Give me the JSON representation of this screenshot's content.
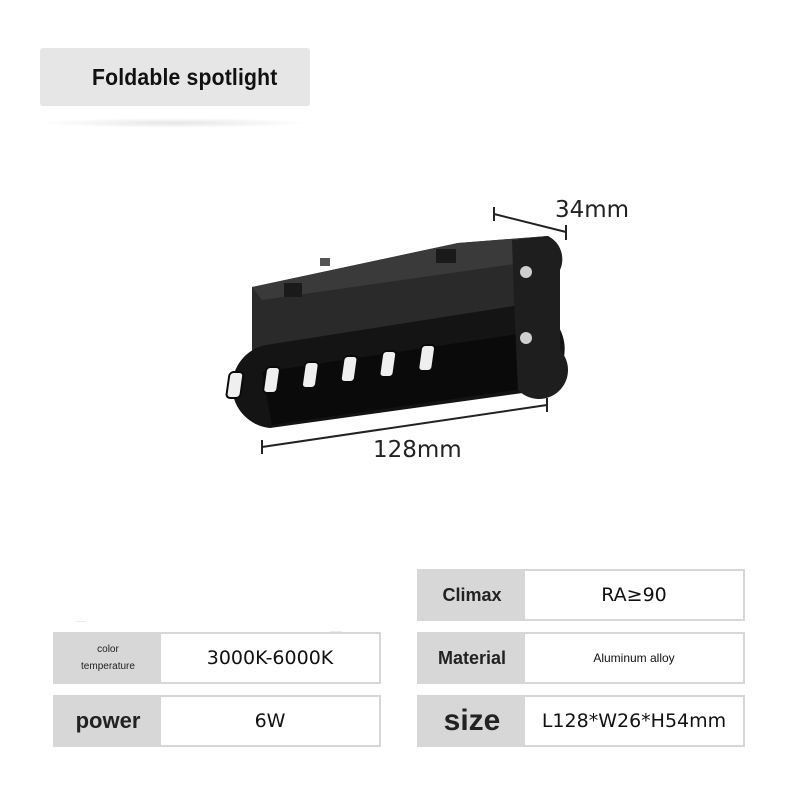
{
  "header": {
    "title": "Foldable spotlight"
  },
  "dimensions": {
    "depth": "34mm",
    "length": "128mm"
  },
  "specs": {
    "climax": {
      "label": "Climax",
      "value": "RA≥90"
    },
    "color_temperature": {
      "label_line1": "color",
      "label_line2": "temperature",
      "value": "3000K-6000K"
    },
    "material": {
      "label": "Material",
      "value": "Aluminum alloy"
    },
    "power": {
      "label": "power",
      "value": "6W"
    },
    "size": {
      "label": "size",
      "value": "L128*W26*H54mm"
    }
  },
  "colors": {
    "label_bg": "#d7d7d7",
    "title_bg": "#e6e6e6",
    "product": "#111111"
  }
}
